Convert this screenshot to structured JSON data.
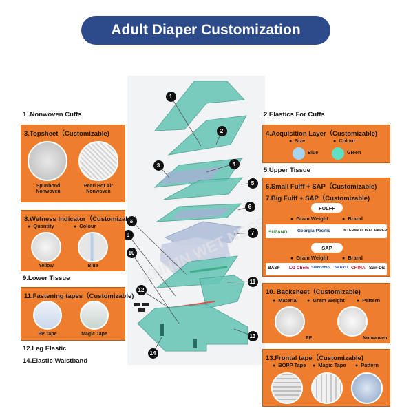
{
  "title": "Adult Diaper Customization",
  "left_labels": {
    "nonwoven_cuffs": "1 .Nonwoven Cuffs",
    "lower_tissue": "9.Lower Tissue",
    "leg_elastic": "12.Leg Elastic",
    "elastic_waistband": "14.Elastic Waistband"
  },
  "right_labels": {
    "elastics_cuffs": "2.Elastics For Cuffs",
    "upper_tissue": "5.Upper Tissue"
  },
  "topsheet": {
    "title": "3.Topsheet（Customizable)",
    "options": [
      "Spunbond\nNonwoven",
      "Pearl Hot Air\nNonwoven"
    ]
  },
  "wetness": {
    "title": "8.Wetness Indicator（Customizable)",
    "bullets": [
      "Quantity",
      "Colour"
    ],
    "options": [
      "Yellow",
      "Blue"
    ]
  },
  "fastening": {
    "title": "11.Fastening tapes（Customizable)",
    "options": [
      "PP Tape",
      "Magic Tape"
    ]
  },
  "acquisition": {
    "title": "4.Acquisition Layer（Customizable)",
    "bullets": [
      "Size",
      "Colour"
    ],
    "options": [
      "Blue",
      "Green"
    ],
    "colors": [
      "#a9d4f0",
      "#5fe0c4"
    ]
  },
  "fluff_sap": {
    "title_small": "6.Small Fulff + SAP（Customizable)",
    "title_big": "7.Big Fulff + SAP（Customizable)",
    "fluff_pill": "FULFF",
    "fluff_bullets": [
      "Gram Weight",
      "Brand"
    ],
    "fluff_logos": [
      "SUZANO",
      "Georgia-Pacific",
      "INTERNATIONAL PAPER"
    ],
    "sap_pill": "SAP",
    "sap_bullets": [
      "Gram Weight",
      "Brand"
    ],
    "sap_logos": [
      "BASF",
      "LG Chem",
      "Sumitomo",
      "SANYO",
      "CHINA",
      "San-Dia"
    ]
  },
  "backsheet": {
    "title": "10. Backsheet（Customizable)",
    "bullets": [
      "Material",
      "Gram Weight",
      "Pattern"
    ],
    "options": [
      "PE",
      "Nonwoven"
    ]
  },
  "frontal": {
    "title": "13.Frontal tape（Customizable)",
    "bullets": [
      "BOPP Tape",
      "Magic Tape",
      "Pattern"
    ]
  },
  "callouts": [
    "1",
    "2",
    "3",
    "4",
    "5",
    "6",
    "7",
    "8",
    "9",
    "10",
    "11",
    "12",
    "13",
    "14"
  ],
  "colors": {
    "teal": "#6cc7b8",
    "orange": "#ee7d2e",
    "title_bg": "#2d4a8a"
  }
}
